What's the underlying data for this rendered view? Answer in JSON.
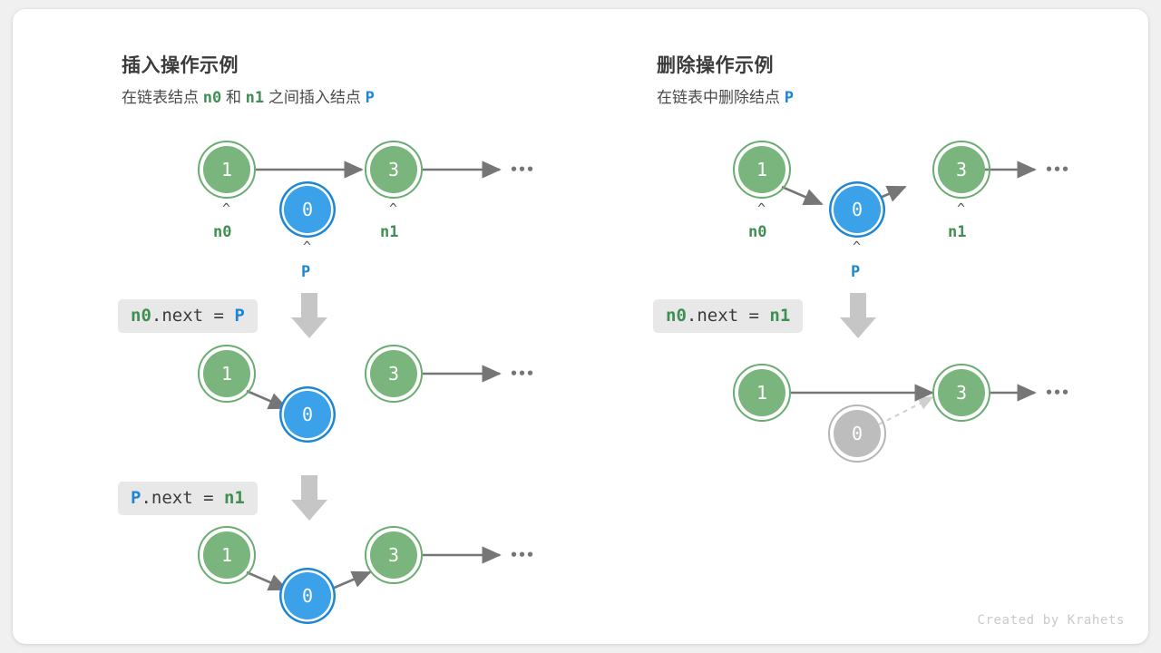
{
  "theme": {
    "page_bg": "#f0f0f0",
    "card_bg": "#ffffff",
    "green": "#79b57d",
    "green_ring": "#5a9a61",
    "blue": "#3ba1e8",
    "blue_ring": "#1b86d4",
    "gray_node": "#bdbdbd",
    "gray_ring": "#a8a8a8",
    "arrow": "#767676",
    "code_bg": "#e8e8e8",
    "label_green": "#3f8f52",
    "label_blue": "#1b86d4",
    "footer_color": "#c9c9c9"
  },
  "panels": [
    {
      "id": "insert",
      "title": "插入操作示例",
      "subtitle_parts": [
        {
          "text": "在链表结点 ",
          "style": "plain"
        },
        {
          "text": "n0",
          "style": "green"
        },
        {
          "text": " 和 ",
          "style": "plain"
        },
        {
          "text": "n1",
          "style": "green"
        },
        {
          "text": " 之间插入结点 ",
          "style": "plain"
        },
        {
          "text": "P",
          "style": "blue"
        }
      ],
      "subtitle_text": "在链表结点 n0 和 n1 之间插入结点 P",
      "steps": [
        {
          "code_parts": [
            {
              "text": "n0",
              "style": "green"
            },
            {
              "text": ".next = ",
              "style": "plain"
            },
            {
              "text": "P",
              "style": "blue"
            }
          ],
          "code_text": "n0.next = P"
        },
        {
          "code_parts": [
            {
              "text": "P",
              "style": "blue"
            },
            {
              "text": ".next = ",
              "style": "plain"
            },
            {
              "text": "n1",
              "style": "green"
            }
          ],
          "code_text": "P.next = n1"
        }
      ],
      "rows": [
        {
          "name": "initial-state",
          "nodes": [
            {
              "value": "1",
              "kind": "green",
              "pointer": "n0",
              "pointer_style": "green"
            },
            {
              "value": "0",
              "kind": "blue",
              "pointer": "P",
              "pointer_style": "blue"
            },
            {
              "value": "3",
              "kind": "green",
              "pointer": "n1",
              "pointer_style": "green"
            }
          ],
          "ellipsis": "•••"
        },
        {
          "name": "after-step-1",
          "nodes": [
            {
              "value": "1",
              "kind": "green"
            },
            {
              "value": "0",
              "kind": "blue"
            },
            {
              "value": "3",
              "kind": "green"
            }
          ],
          "ellipsis": "•••"
        },
        {
          "name": "after-step-2",
          "nodes": [
            {
              "value": "1",
              "kind": "green"
            },
            {
              "value": "0",
              "kind": "blue"
            },
            {
              "value": "3",
              "kind": "green"
            }
          ],
          "ellipsis": "•••"
        }
      ]
    },
    {
      "id": "delete",
      "title": "删除操作示例",
      "subtitle_parts": [
        {
          "text": "在链表中删除结点 ",
          "style": "plain"
        },
        {
          "text": "P",
          "style": "blue"
        }
      ],
      "subtitle_text": "在链表中删除结点 P",
      "steps": [
        {
          "code_parts": [
            {
              "text": "n0",
              "style": "green"
            },
            {
              "text": ".next = ",
              "style": "plain"
            },
            {
              "text": "n1",
              "style": "green"
            }
          ],
          "code_text": "n0.next = n1"
        }
      ],
      "rows": [
        {
          "name": "initial-state",
          "nodes": [
            {
              "value": "1",
              "kind": "green",
              "pointer": "n0",
              "pointer_style": "green"
            },
            {
              "value": "0",
              "kind": "blue",
              "pointer": "P",
              "pointer_style": "blue"
            },
            {
              "value": "3",
              "kind": "green",
              "pointer": "n1",
              "pointer_style": "green"
            }
          ],
          "ellipsis": "•••"
        },
        {
          "name": "after-delete",
          "nodes": [
            {
              "value": "1",
              "kind": "green"
            },
            {
              "value": "0",
              "kind": "gray"
            },
            {
              "value": "3",
              "kind": "green"
            }
          ],
          "ellipsis": "•••"
        }
      ]
    }
  ],
  "footer": "Created by Krahets",
  "caret_glyph": "^"
}
